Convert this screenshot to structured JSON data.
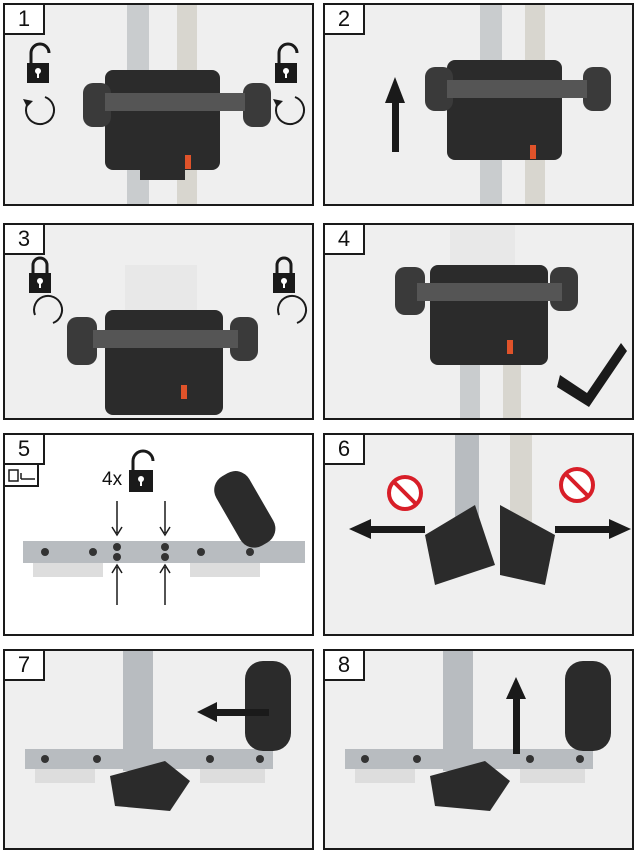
{
  "steps": [
    {
      "number": "1"
    },
    {
      "number": "2"
    },
    {
      "number": "3"
    },
    {
      "number": "4"
    },
    {
      "number": "5",
      "lock_count_label": "4x"
    },
    {
      "number": "6"
    },
    {
      "number": "7"
    },
    {
      "number": "8"
    }
  ],
  "colors": {
    "border": "#1a1a1a",
    "arrow": "#1a1a1a",
    "prohibit": "#d81e28",
    "clamp": "#2b2b2b",
    "rail": "#b8bcc0",
    "ruler_mark": "#e0532a"
  },
  "icons": [
    "unlock-icon",
    "lock-icon",
    "rotate-ccw-icon",
    "rotate-cw-icon",
    "up-arrow-icon",
    "left-arrow-icon",
    "right-arrow-icon",
    "checkmark-icon",
    "no-hand-icon",
    "hex-key-icon"
  ]
}
